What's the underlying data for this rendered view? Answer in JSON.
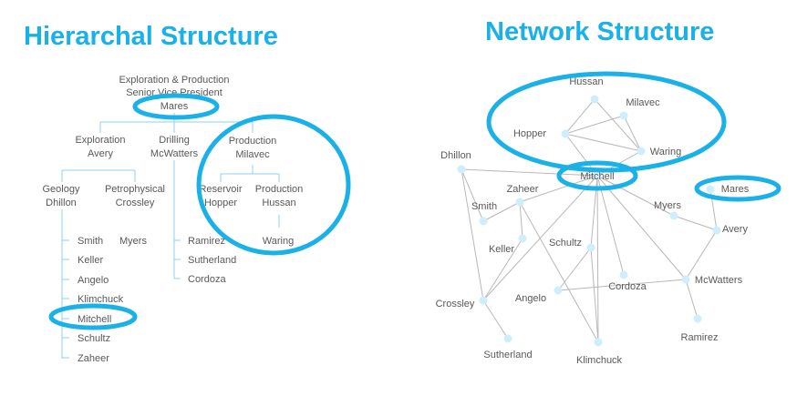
{
  "titles": {
    "hierarchical": "Hierarchal Structure",
    "network": "Network Structure"
  },
  "colors": {
    "accent": "#1ab0e8",
    "node": "#cfeefb",
    "line_hier": "#8fd3ef",
    "line_net": "#b8b8b8",
    "text": "#595959"
  },
  "hierarchy": {
    "top_line1": "Exploration & Production",
    "top_line2": "Senior Vice President",
    "top_name": "Mares",
    "exploration": "Exploration",
    "avery": "Avery",
    "drilling": "Drilling",
    "mcwatters": "McWatters",
    "production": "Production",
    "milavec": "Milavec",
    "geology": "Geology",
    "dhillon": "Dhillon",
    "petrophysical": "Petrophysical",
    "crossley": "Crossley",
    "reservoir": "Reservoir",
    "hopper": "Hopper",
    "production2": "Production",
    "hussan": "Hussan",
    "myers": "Myers",
    "waring": "Waring",
    "geology_members": [
      "Smith",
      "Keller",
      "Angelo",
      "Klimchuck",
      "Mitchell",
      "Schultz",
      "Zaheer"
    ],
    "drilling_members": [
      "Ramirez",
      "Sutherland",
      "Cordoza"
    ]
  },
  "network": {
    "nodes": [
      {
        "id": "hussan",
        "label": "Hussan"
      },
      {
        "id": "milavec",
        "label": "Milavec"
      },
      {
        "id": "hopper",
        "label": "Hopper"
      },
      {
        "id": "waring",
        "label": "Waring"
      },
      {
        "id": "dhillon",
        "label": "Dhillon"
      },
      {
        "id": "mitchell",
        "label": "Mitchell"
      },
      {
        "id": "mares",
        "label": "Mares"
      },
      {
        "id": "zaheer",
        "label": "Zaheer"
      },
      {
        "id": "smith",
        "label": "Smith"
      },
      {
        "id": "myers",
        "label": "Myers"
      },
      {
        "id": "avery",
        "label": "Avery"
      },
      {
        "id": "keller",
        "label": "Keller"
      },
      {
        "id": "schultz",
        "label": "Schultz"
      },
      {
        "id": "mcwatters",
        "label": "McWatters"
      },
      {
        "id": "cordoza",
        "label": "Cordoza"
      },
      {
        "id": "angelo",
        "label": "Angelo"
      },
      {
        "id": "crossley",
        "label": "Crossley"
      },
      {
        "id": "ramirez",
        "label": "Ramirez"
      },
      {
        "id": "sutherland",
        "label": "Sutherland"
      },
      {
        "id": "klimchuck",
        "label": "Klimchuck"
      }
    ],
    "edges": [
      [
        "hussan",
        "hopper"
      ],
      [
        "hussan",
        "waring"
      ],
      [
        "milavec",
        "hopper"
      ],
      [
        "milavec",
        "waring"
      ],
      [
        "hopper",
        "waring"
      ],
      [
        "hopper",
        "mitchell"
      ],
      [
        "waring",
        "mitchell"
      ],
      [
        "dhillon",
        "mitchell"
      ],
      [
        "dhillon",
        "smith"
      ],
      [
        "dhillon",
        "crossley"
      ],
      [
        "mitchell",
        "zaheer"
      ],
      [
        "mitchell",
        "myers"
      ],
      [
        "mitchell",
        "schultz"
      ],
      [
        "mitchell",
        "cordoza"
      ],
      [
        "mitchell",
        "mcwatters"
      ],
      [
        "mitchell",
        "klimchuck"
      ],
      [
        "mitchell",
        "crossley"
      ],
      [
        "zaheer",
        "smith"
      ],
      [
        "zaheer",
        "keller"
      ],
      [
        "zaheer",
        "klimchuck"
      ],
      [
        "keller",
        "crossley"
      ],
      [
        "schultz",
        "angelo"
      ],
      [
        "schultz",
        "klimchuck"
      ],
      [
        "myers",
        "avery"
      ],
      [
        "mares",
        "avery"
      ],
      [
        "avery",
        "mcwatters"
      ],
      [
        "mcwatters",
        "ramirez"
      ],
      [
        "mcwatters",
        "angelo"
      ],
      [
        "crossley",
        "sutherland"
      ]
    ]
  }
}
